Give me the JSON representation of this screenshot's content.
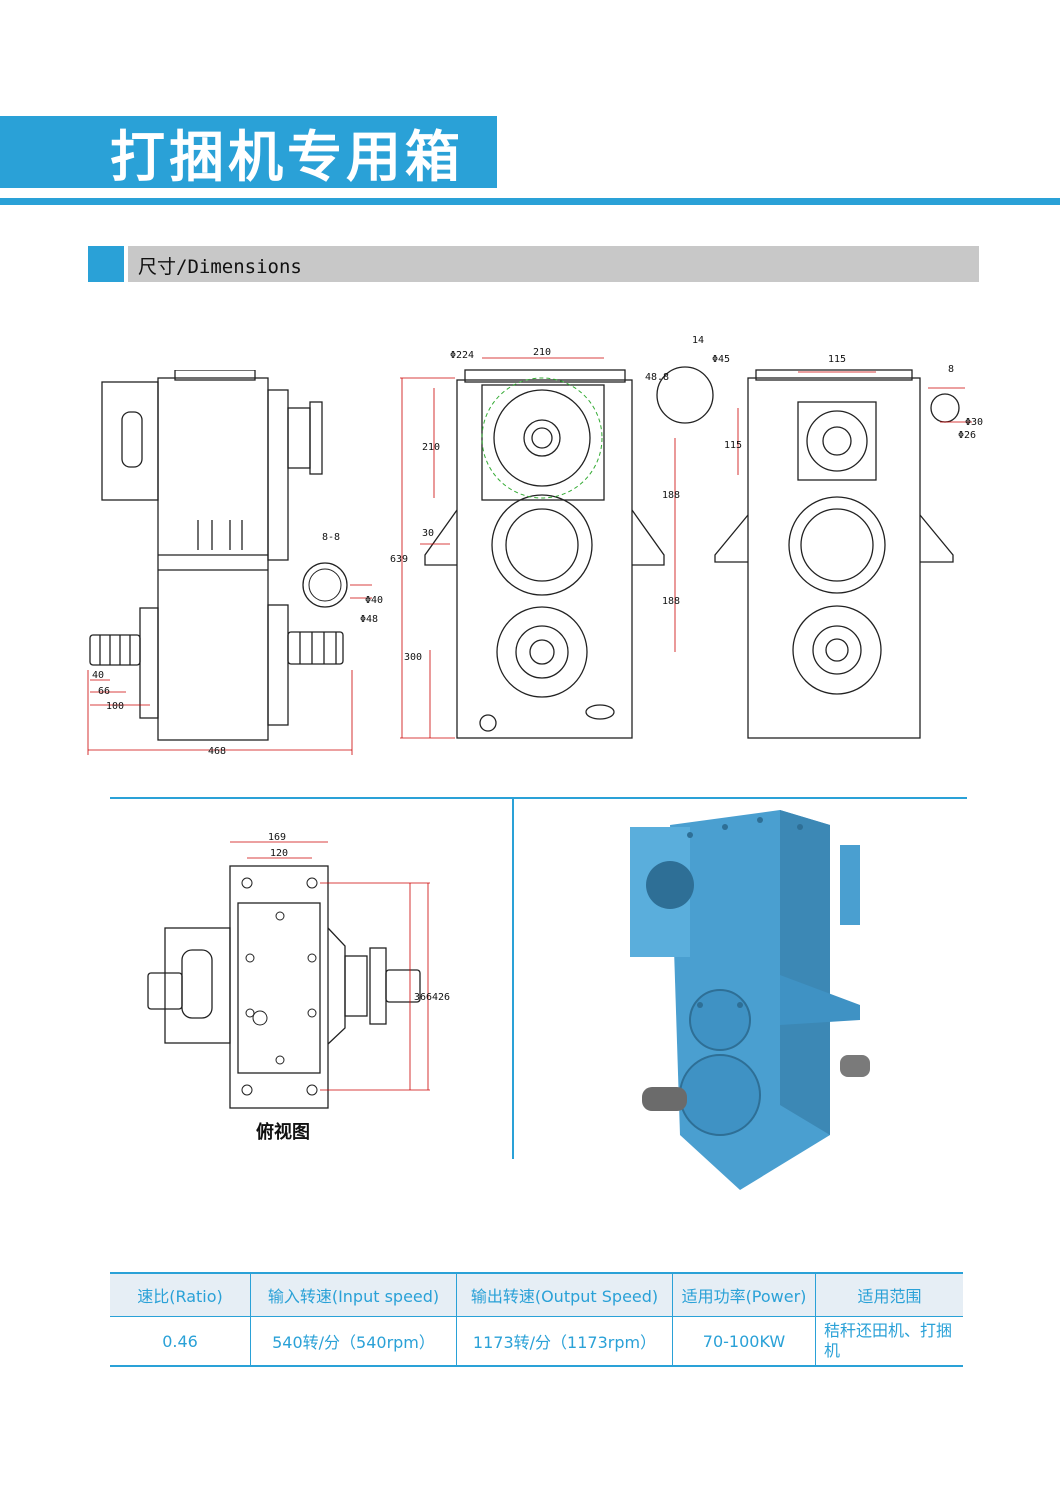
{
  "header": {
    "title": "打捆机专用箱"
  },
  "section": {
    "label": "尺寸/Dimensions"
  },
  "views": {
    "side": {
      "dims": [
        "8-8",
        "Φ40",
        "Φ48",
        "40",
        "66",
        "100",
        "468"
      ]
    },
    "front": {
      "dims": [
        "Φ224",
        "210",
        "14",
        "Φ45",
        "48.8",
        "210",
        "639",
        "30",
        "188",
        "188",
        "300"
      ]
    },
    "rear": {
      "dims": [
        "115",
        "8",
        "Φ30",
        "Φ26",
        "115"
      ]
    },
    "top": {
      "dims": [
        "169",
        "120",
        "366",
        "426"
      ],
      "label": "俯视图"
    }
  },
  "photo": {
    "body_color": "#4a9fd0"
  },
  "colors": {
    "accent": "#2aa1d7"
  },
  "spec_table": {
    "headers": [
      "速比(Ratio)",
      "输入转速(Input speed)",
      "输出转速(Output Speed)",
      "适用功率(Power)",
      "适用范围"
    ],
    "rows": [
      [
        "0.46",
        "540转/分（540rpm）",
        "1173转/分（1173rpm）",
        "70-100KW",
        "秸秆还田机、打捆机"
      ]
    ]
  }
}
